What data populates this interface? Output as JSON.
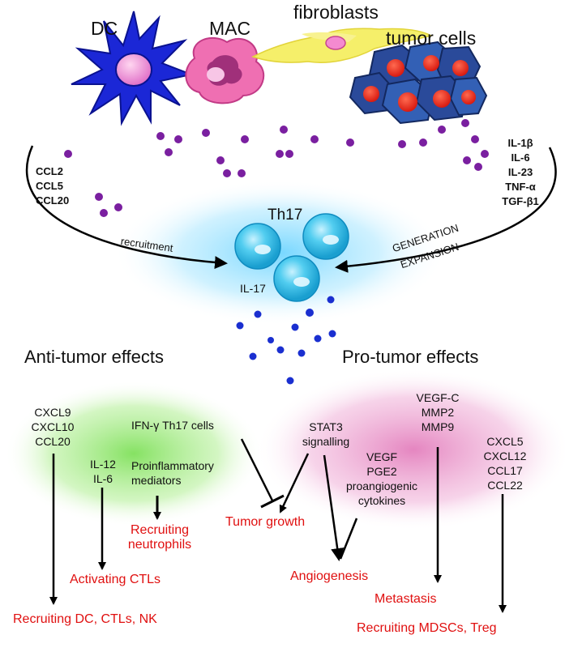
{
  "cells": {
    "dc": "DC",
    "mac": "MAC",
    "fibroblasts": "fibroblasts",
    "tumor": "tumor cells"
  },
  "left_chemokines": [
    "CCL2",
    "CCL5",
    "CCL20"
  ],
  "right_cytokines": [
    "IL-1β",
    "IL-6",
    "IL-23",
    "TNF-α",
    "TGF-β1"
  ],
  "recruitment": "recruitment",
  "generation": "GENERATION",
  "expansion": "EXPANSION",
  "th17": "Th17",
  "il17": "IL-17",
  "anti_heading": "Anti-tumor effects",
  "pro_heading": "Pro-tumor effects",
  "anti": {
    "cxcl": [
      "CXCL9",
      "CXCL10",
      "CCL20"
    ],
    "il": [
      "IL-12",
      "IL-6"
    ],
    "ifn": "IFN-γ Th17 cells",
    "proinf": [
      "Proinflammatory",
      "mediators"
    ],
    "out_neutrophils": [
      "Recruiting",
      "neutrophils"
    ],
    "out_ctls": "Activating CTLs",
    "out_dc": "Recruiting DC, CTLs, NK"
  },
  "pro": {
    "stat3": [
      "STAT3",
      "signalling"
    ],
    "vegfc": [
      "VEGF-C",
      "MMP2",
      "MMP9"
    ],
    "vegf": [
      "VEGF",
      "PGE2",
      "proangiogenic",
      "cytokines"
    ],
    "cxcl5": [
      "CXCL5",
      "CXCL12",
      "CCL17",
      "CCL22"
    ],
    "out_tumor": "Tumor growth",
    "out_angio": "Angiogenesis",
    "out_meta": "Metastasis",
    "out_mdsc": "Recruiting MDSCs, Treg"
  },
  "colors": {
    "dc": "#1b27d6",
    "mac": "#e85aa6",
    "fibro": "#f5ef6a",
    "tumor": "#2a4a9a",
    "purple_dot": "#7a1fa0",
    "blue_dot": "#1a2fd0",
    "th17": "#2cc0ea",
    "effect_red": "#e01010",
    "green_blob": "#8ce06a",
    "pink_blob": "#e07ab8"
  }
}
